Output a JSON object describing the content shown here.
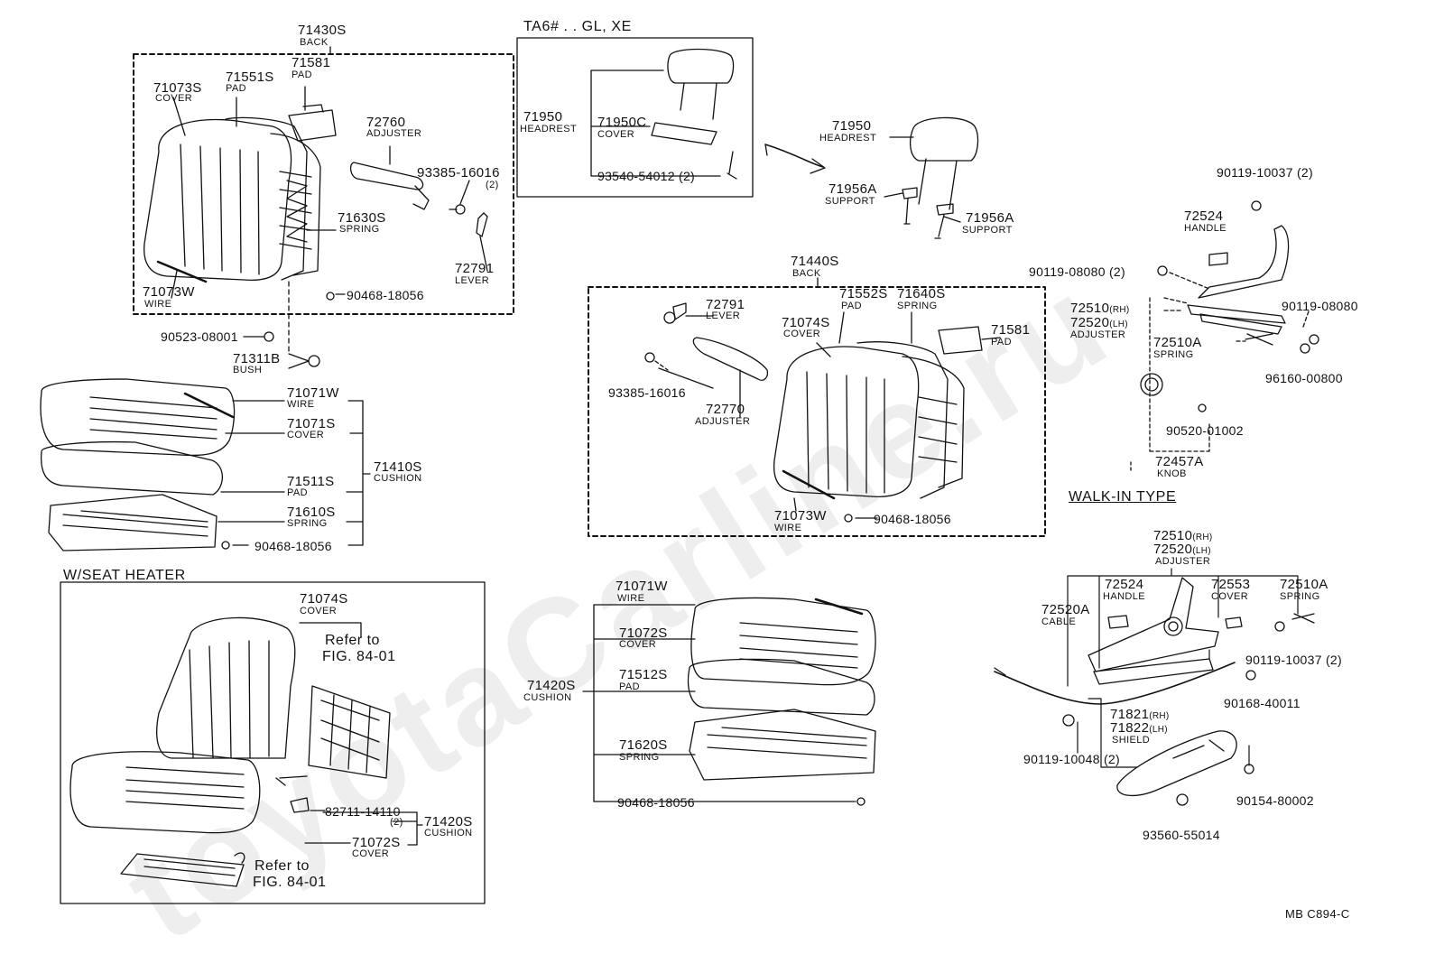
{
  "watermark": "toyotaCarline.ru",
  "figure_id": "MB  C894-C",
  "sections": {
    "ta6": "TA6# . . GL, XE",
    "seat_heater": "W/SEAT  HEATER",
    "walk_in": "WALK-IN  TYPE"
  },
  "refer_note": {
    "line1": "Refer to",
    "line2": "FIG. 84-01"
  },
  "parts": [
    {
      "id": "p1",
      "num": "71430S",
      "desc": "BACK"
    },
    {
      "id": "p2",
      "num": "71581",
      "desc": "PAD"
    },
    {
      "id": "p3",
      "num": "71073S",
      "desc": "COVER"
    },
    {
      "id": "p4",
      "num": "71551S",
      "desc": "PAD"
    },
    {
      "id": "p5",
      "num": "72760",
      "desc": "ADJUSTER"
    },
    {
      "id": "p6",
      "num": "93385-16016",
      "desc": "(2)"
    },
    {
      "id": "p7",
      "num": "71630S",
      "desc": "SPRING"
    },
    {
      "id": "p8",
      "num": "72791",
      "desc": "LEVER"
    },
    {
      "id": "p9",
      "num": "71073W",
      "desc": "WIRE"
    },
    {
      "id": "p10",
      "num": "90468-18056",
      "desc": ""
    },
    {
      "id": "p11",
      "num": "90523-08001",
      "desc": ""
    },
    {
      "id": "p12",
      "num": "71311B",
      "desc": "BUSH"
    },
    {
      "id": "p13",
      "num": "71950",
      "desc": "HEADREST"
    },
    {
      "id": "p14",
      "num": "71950C",
      "desc": "COVER"
    },
    {
      "id": "p15",
      "num": "93540-54012 (2)",
      "desc": ""
    },
    {
      "id": "p16",
      "num": "71950",
      "desc": "HEADREST"
    },
    {
      "id": "p17",
      "num": "71956A",
      "desc": "SUPPORT"
    },
    {
      "id": "p18",
      "num": "71956A",
      "desc": "SUPPORT"
    },
    {
      "id": "p19",
      "num": "71071W",
      "desc": "WIRE"
    },
    {
      "id": "p20",
      "num": "71071S",
      "desc": "COVER"
    },
    {
      "id": "p21",
      "num": "71410S",
      "desc": "CUSHION"
    },
    {
      "id": "p22",
      "num": "71511S",
      "desc": "PAD"
    },
    {
      "id": "p23",
      "num": "71610S",
      "desc": "SPRING"
    },
    {
      "id": "p24",
      "num": "90468-18056",
      "desc": ""
    },
    {
      "id": "p25",
      "num": "71440S",
      "desc": "BACK"
    },
    {
      "id": "p26",
      "num": "72791",
      "desc": "LEVER"
    },
    {
      "id": "p27",
      "num": "71552S",
      "desc": "PAD"
    },
    {
      "id": "p28",
      "num": "71640S",
      "desc": "SPRING"
    },
    {
      "id": "p29",
      "num": "71074S",
      "desc": "COVER"
    },
    {
      "id": "p30",
      "num": "71581",
      "desc": "PAD"
    },
    {
      "id": "p31",
      "num": "93385-16016",
      "desc": ""
    },
    {
      "id": "p32",
      "num": "72770",
      "desc": "ADJUSTER"
    },
    {
      "id": "p33",
      "num": "71073W",
      "desc": "WIRE"
    },
    {
      "id": "p34",
      "num": "90468-18056",
      "desc": ""
    },
    {
      "id": "p35",
      "num": "90119-10037 (2)",
      "desc": ""
    },
    {
      "id": "p36",
      "num": "72524",
      "desc": "HANDLE"
    },
    {
      "id": "p37",
      "num": "90119-08080 (2)",
      "desc": ""
    },
    {
      "id": "p38",
      "num": "72510",
      "desc": "(RH)"
    },
    {
      "id": "p39",
      "num": "72520",
      "desc": "(LH)"
    },
    {
      "id": "p40",
      "num": "ADJUSTER",
      "desc": ""
    },
    {
      "id": "p41",
      "num": "90119-08080",
      "desc": ""
    },
    {
      "id": "p42",
      "num": "72510A",
      "desc": "SPRING"
    },
    {
      "id": "p43",
      "num": "96160-00800",
      "desc": ""
    },
    {
      "id": "p44",
      "num": "90520-01002",
      "desc": ""
    },
    {
      "id": "p45",
      "num": "72457A",
      "desc": "KNOB"
    },
    {
      "id": "p46",
      "num": "71074S",
      "desc": "COVER"
    },
    {
      "id": "p47",
      "num": "82711-14110",
      "desc": "(2)"
    },
    {
      "id": "p48",
      "num": "71420S",
      "desc": "CUSHION"
    },
    {
      "id": "p49",
      "num": "71072S",
      "desc": "COVER"
    },
    {
      "id": "p50",
      "num": "71071W",
      "desc": "WIRE"
    },
    {
      "id": "p51",
      "num": "71072S",
      "desc": "COVER"
    },
    {
      "id": "p52",
      "num": "71512S",
      "desc": "PAD"
    },
    {
      "id": "p53",
      "num": "71420S",
      "desc": "CUSHION"
    },
    {
      "id": "p54",
      "num": "71620S",
      "desc": "SPRING"
    },
    {
      "id": "p55",
      "num": "90468-18056",
      "desc": ""
    },
    {
      "id": "p56",
      "num": "72510",
      "desc": "(RH)"
    },
    {
      "id": "p57",
      "num": "72520",
      "desc": "(LH)"
    },
    {
      "id": "p58",
      "num": "ADJUSTER",
      "desc": ""
    },
    {
      "id": "p59",
      "num": "72524",
      "desc": "HANDLE"
    },
    {
      "id": "p60",
      "num": "72553",
      "desc": "COVER"
    },
    {
      "id": "p61",
      "num": "72510A",
      "desc": "SPRING"
    },
    {
      "id": "p62",
      "num": "72520A",
      "desc": "CABLE"
    },
    {
      "id": "p63",
      "num": "90119-10037 (2)",
      "desc": ""
    },
    {
      "id": "p64",
      "num": "90168-40011",
      "desc": ""
    },
    {
      "id": "p65",
      "num": "71821",
      "desc": "(RH)"
    },
    {
      "id": "p66",
      "num": "71822",
      "desc": "(LH)"
    },
    {
      "id": "p67",
      "num": "SHIELD",
      "desc": ""
    },
    {
      "id": "p68",
      "num": "90119-10048 (2)",
      "desc": ""
    },
    {
      "id": "p69",
      "num": "90154-80002",
      "desc": ""
    },
    {
      "id": "p70",
      "num": "93560-55014",
      "desc": ""
    }
  ]
}
